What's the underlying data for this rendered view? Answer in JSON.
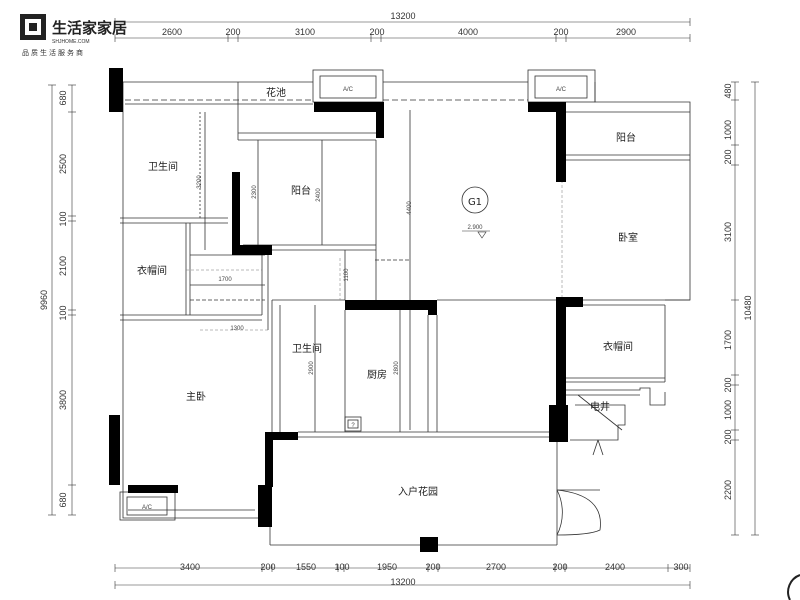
{
  "logo": {
    "brand": "生活家家居",
    "url": "SHJHOME.COM",
    "slogan": "品质生活服务商"
  },
  "dimensions": {
    "top_total": "13200",
    "top_segments": [
      "2600",
      "200",
      "3100",
      "200",
      "4000",
      "200",
      "2900"
    ],
    "bottom_total": "13200",
    "bottom_segments": [
      "3400",
      "200",
      "1550",
      "100",
      "1950",
      "200",
      "2700",
      "200",
      "2400",
      "300"
    ],
    "left_total": "9960",
    "left_segments": [
      "680",
      "2500",
      "100",
      "2100",
      "100",
      "3800",
      "680"
    ],
    "right_total": "10480",
    "right_segments": [
      "480",
      "1000",
      "200",
      "3100",
      "1700",
      "200",
      "1000",
      "200",
      "2200"
    ],
    "inner": [
      "3200",
      "2300",
      "2400",
      "4400",
      "1100",
      "1700",
      "1300",
      "2900",
      "2800"
    ]
  },
  "rooms": {
    "huachi": "花池",
    "toilet_top": "卫生间",
    "balcony_mid": "阳台",
    "balcony_right": "阳台",
    "bedroom": "卧室",
    "closet_left": "衣帽间",
    "closet_right": "衣帽间",
    "toilet_mid": "卫生间",
    "kitchen": "厨房",
    "master": "主卧",
    "elec_well": "电井",
    "entrance_garden": "入户花园"
  },
  "markers": {
    "g1_label": "G1",
    "g1_level": "2.900",
    "ac_label": "A/C",
    "pipe_label": "?"
  }
}
